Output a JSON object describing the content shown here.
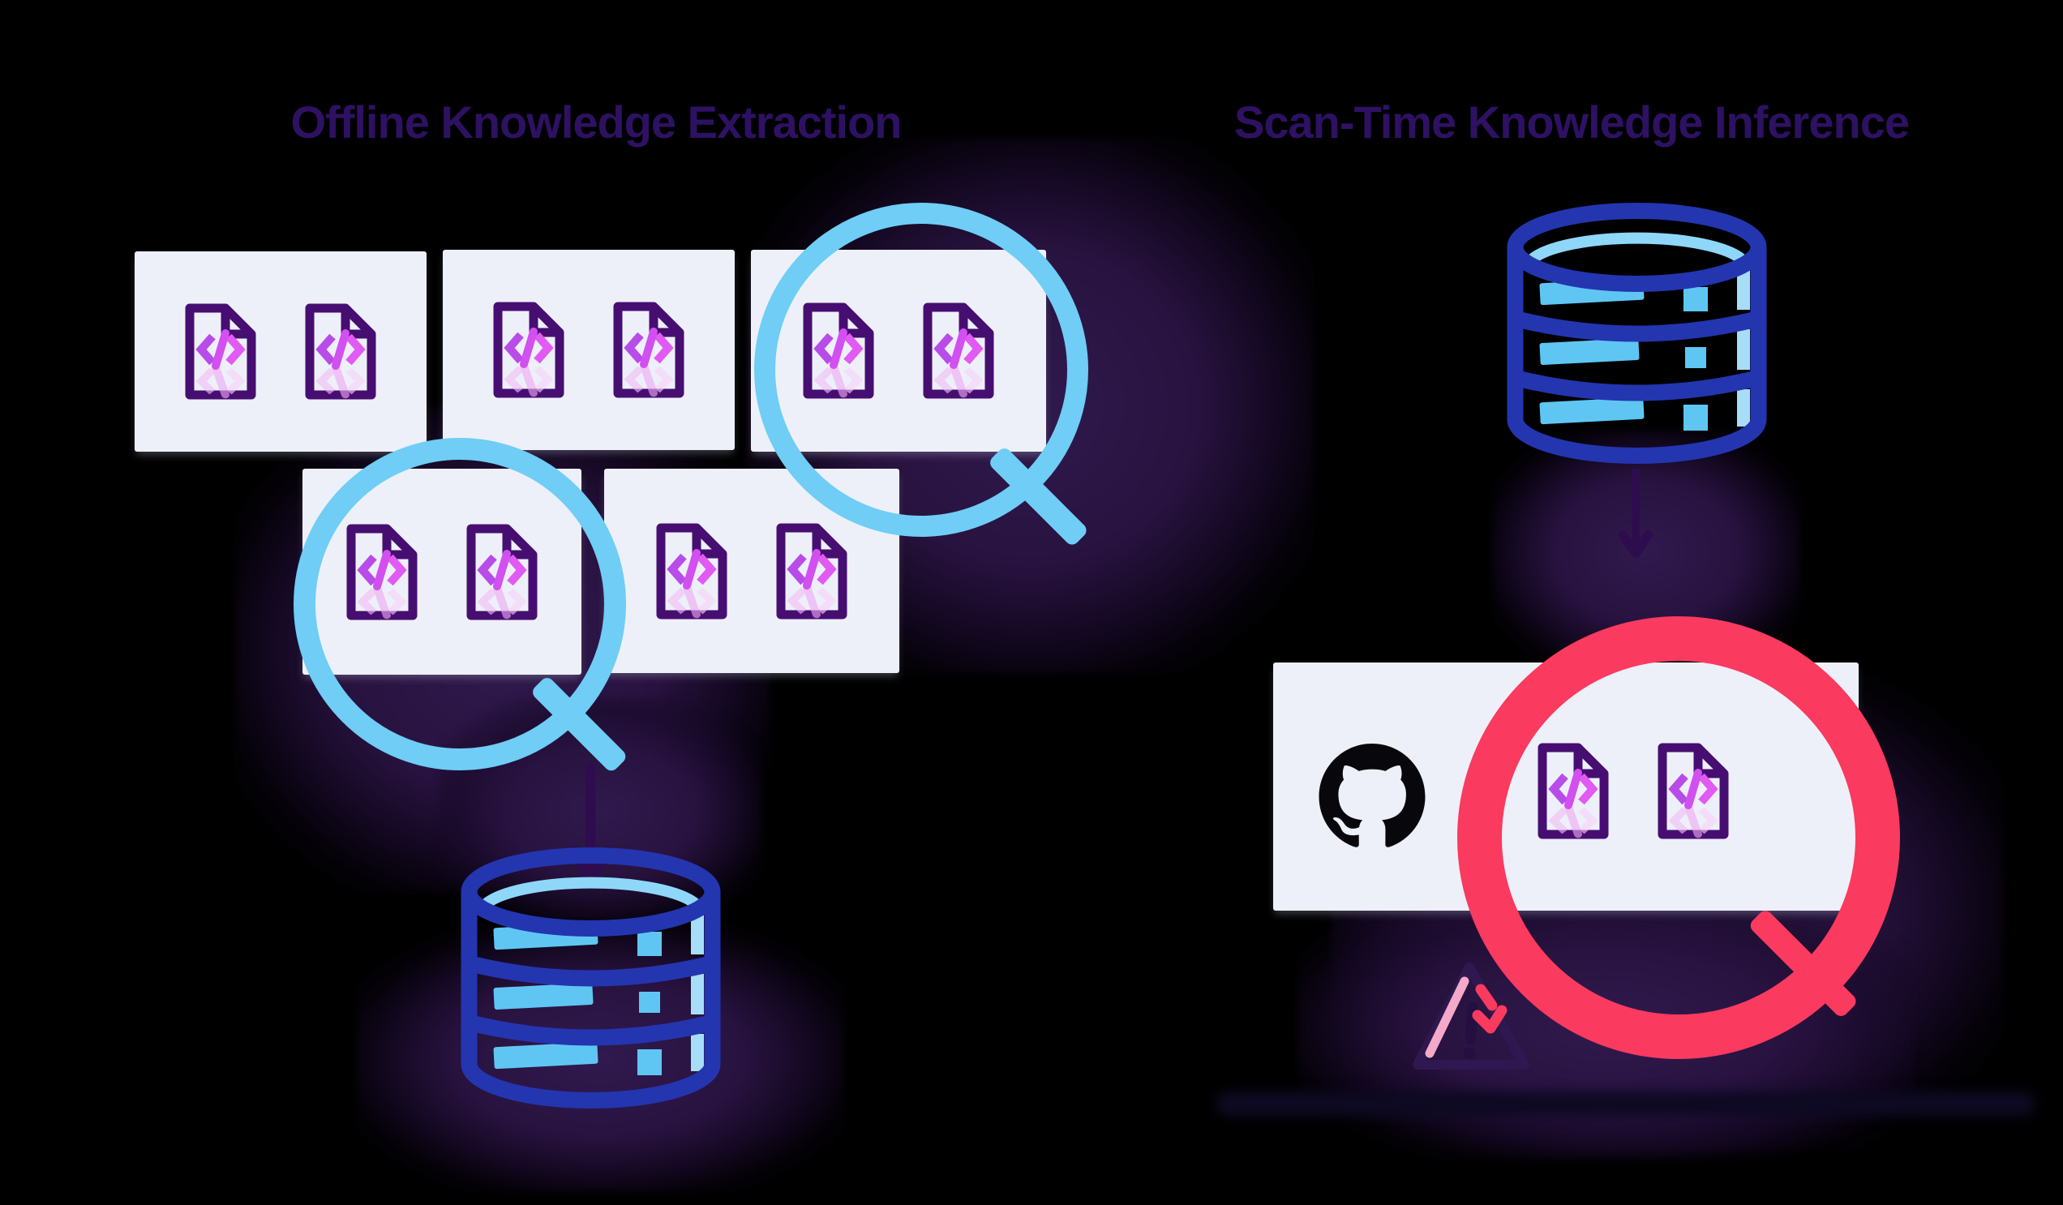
{
  "diagram": {
    "background_color": "#000000",
    "title_color": "#2e1163",
    "left_section": {
      "title": "Offline Knowledge Extraction",
      "file_group_count": 5,
      "files_per_group": 2,
      "magnifier_count": 2,
      "magnifier_color": "#6fcdf6",
      "database_count": 1,
      "arrow_color": "#2e0d4e"
    },
    "right_section": {
      "title": "Scan-Time Knowledge Inference",
      "database_count": 1,
      "magnifier_count": 1,
      "magnifier_color": "#fa3a5e",
      "scanned_file_count": 2,
      "warning_triangle_count": 1,
      "arrow_color": "#2e0d4e"
    },
    "colors": {
      "panel_background": "#edf0f8",
      "file_outline": "#470e72",
      "code_glyph_violet": "#b84ce9",
      "code_glyph_slash": "#d24ff0",
      "code_glyph_pink": "#e15af3",
      "code_reflection": "#f3bef7",
      "database_outline": "#2435b0",
      "database_highlight": "#5fc6f3",
      "database_top_stripe": "#8ed7f8",
      "github_logo": "#08080c",
      "warning_outline": "#2f1850",
      "warning_pink_stripe": "#f5a9c9",
      "warning_accent_arrow": "#fa3a5e",
      "glow": "#2c1547"
    },
    "icons": {
      "code_file": "code-file-icon",
      "magnifier": "magnifying-glass-icon",
      "database": "database-icon",
      "arrow_down": "arrow-down-icon",
      "github": "github-octocat-icon",
      "warning": "warning-triangle-icon",
      "mini_red_arrow": "red-arrow-icon"
    }
  }
}
